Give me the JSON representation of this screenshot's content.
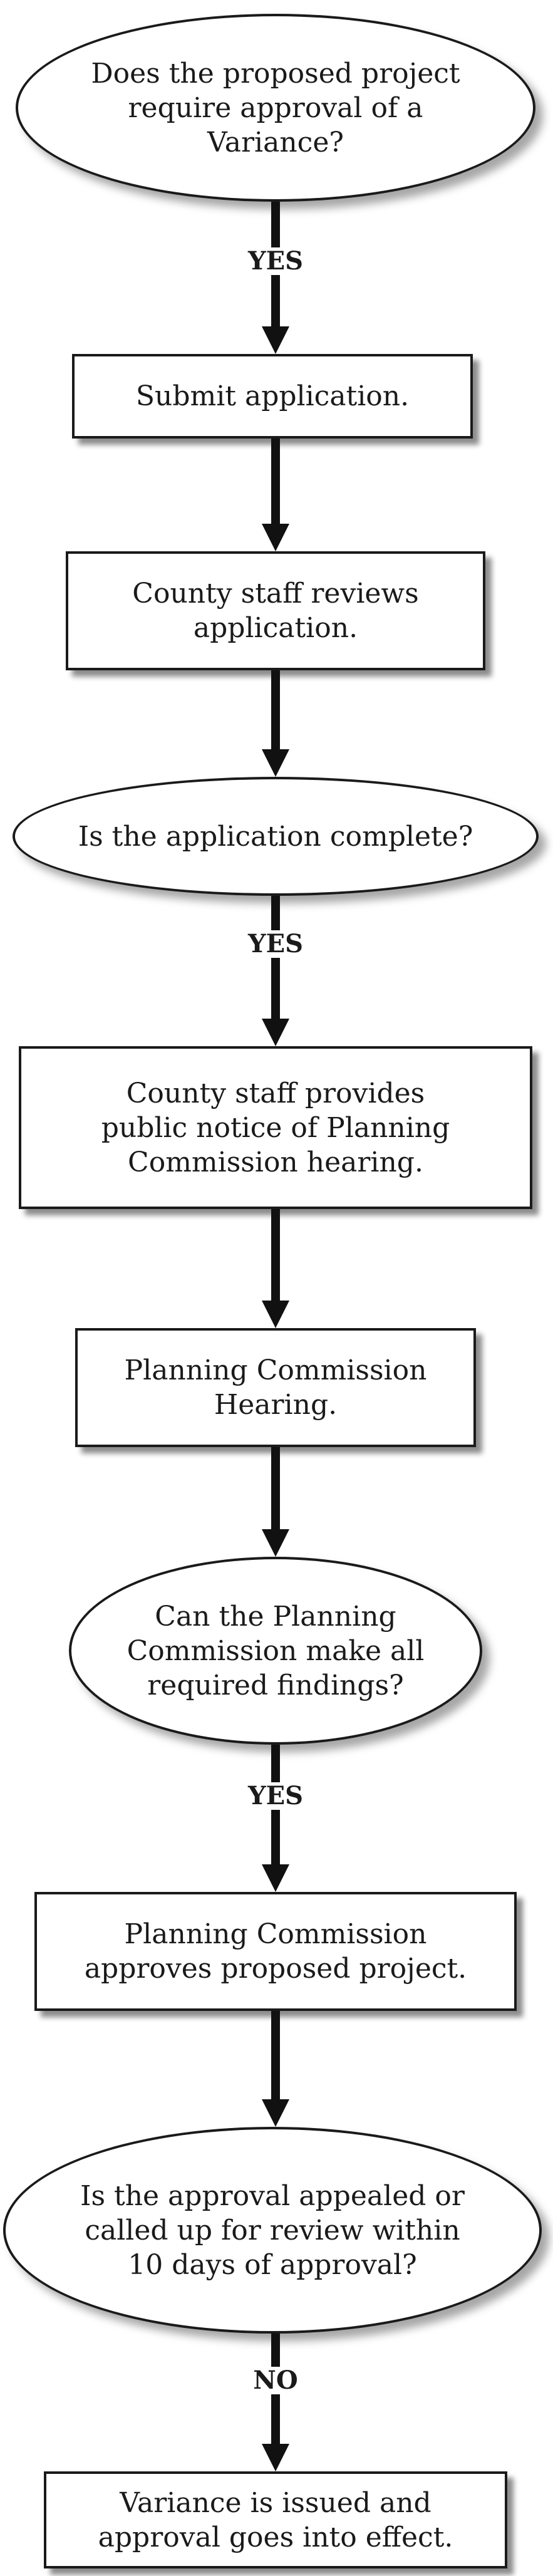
{
  "nodes": {
    "q_variance": "Does the proposed project\nrequire approval of a\nVariance?",
    "submit": "Submit  application.",
    "staff_review": "County staff reviews\napplication.",
    "q_complete": "Is the application complete?",
    "public_notice": "County staff provides\npublic notice of Planning\nCommission hearing.",
    "hearing": "Planning Commission\nHearing.",
    "q_findings": "Can the Planning\nCommission make all\nrequired findings?",
    "approves": "Planning Commission\napproves proposed project.",
    "q_appeal": "Is the approval appealed or\ncalled up for review within\n10 days of approval?",
    "issued": "Variance is issued and\napproval goes into effect."
  },
  "edges": {
    "yes_label": "YES",
    "no_label": "NO"
  }
}
